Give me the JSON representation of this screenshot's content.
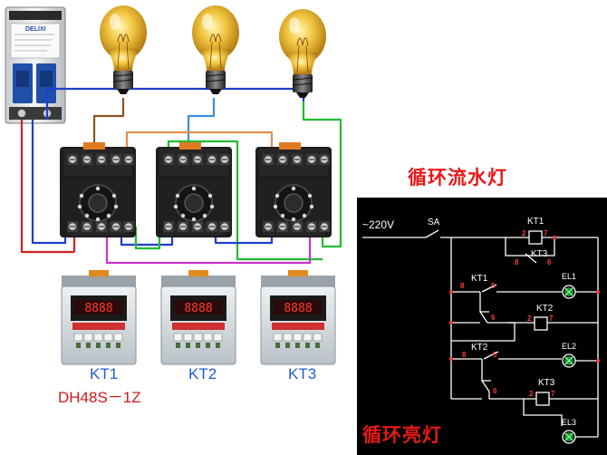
{
  "wiring": {
    "timer_labels": [
      "KT1",
      "KT2",
      "KT3"
    ],
    "timer_model": "DH48S－1Z",
    "breaker_brand": "DELIXI"
  },
  "schematic": {
    "title_top": "循环流水灯",
    "title_bottom": "循环亮灯",
    "supply": "~220V",
    "switch": "SA",
    "coils": [
      "KT1",
      "KT2",
      "KT3"
    ],
    "contacts": [
      "KT1",
      "KT2",
      "KT3"
    ],
    "lamps": [
      "EL1",
      "EL2",
      "EL3"
    ],
    "terminals": {
      "kt1_coil": [
        "2",
        "7"
      ],
      "kt3_nc": [
        "8",
        "6"
      ],
      "row1": [
        "8",
        "5"
      ],
      "row2": [
        "6"
      ],
      "kt2_coil": [
        "2",
        "7"
      ],
      "row3": [
        "8",
        "5"
      ],
      "row4": [
        "6"
      ],
      "kt3_coil": [
        "2",
        "7"
      ]
    }
  },
  "colors": {
    "wire_blue": "#1f3fc8",
    "wire_red": "#d02020",
    "wire_green": "#22bb33",
    "wire_brown": "#8a5522",
    "wire_magenta": "#cc33cc",
    "wire_orange": "#e09050",
    "wire_lightblue": "#3a8fd8",
    "lamp_green": "#22ee44",
    "schematic_bg": "#000000",
    "title_red": "#e81818"
  }
}
